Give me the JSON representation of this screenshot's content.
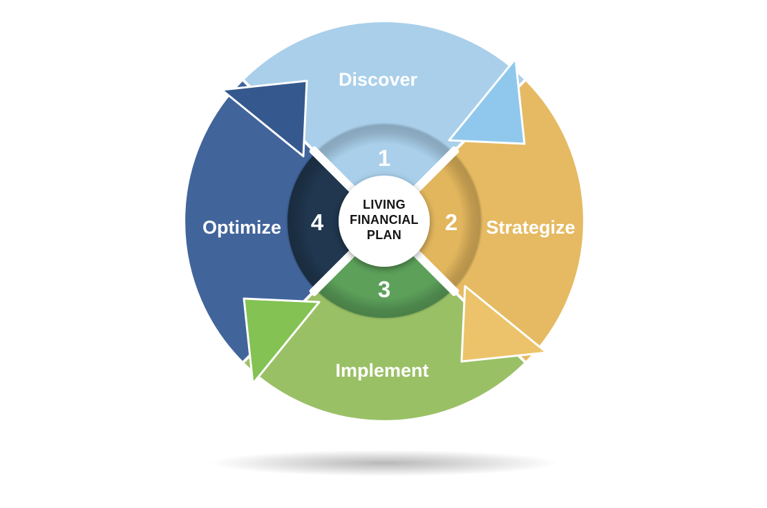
{
  "diagram": {
    "type": "cycle",
    "flow_direction": "clockwise",
    "center": {
      "line1": "LIVING",
      "line2": "FINANCIAL",
      "line3": "PLAN",
      "text_color": "#141414",
      "background": "#ffffff"
    },
    "segments": [
      {
        "id": "discover",
        "label": "Discover",
        "number": "1",
        "position": "top",
        "arc_color": "#A9CFEA",
        "arrow_color": "#8FC8EC",
        "inner_color": "#A9CFEA"
      },
      {
        "id": "strategize",
        "label": "Strategize",
        "number": "2",
        "position": "right",
        "arc_color": "#E5BA62",
        "arrow_color": "#ECC36A",
        "inner_color": "#E2B65D"
      },
      {
        "id": "implement",
        "label": "Implement",
        "number": "3",
        "position": "bottom",
        "arc_color": "#9AC066",
        "arrow_color": "#83C253",
        "inner_color": "#5CA05A"
      },
      {
        "id": "optimize",
        "label": "Optimize",
        "number": "4",
        "position": "left",
        "arc_color": "#41649B",
        "arrow_color": "#35588E",
        "inner_color": "#20374F"
      }
    ],
    "divider_color": "#ffffff",
    "ground_shadow_color": "#000000"
  }
}
